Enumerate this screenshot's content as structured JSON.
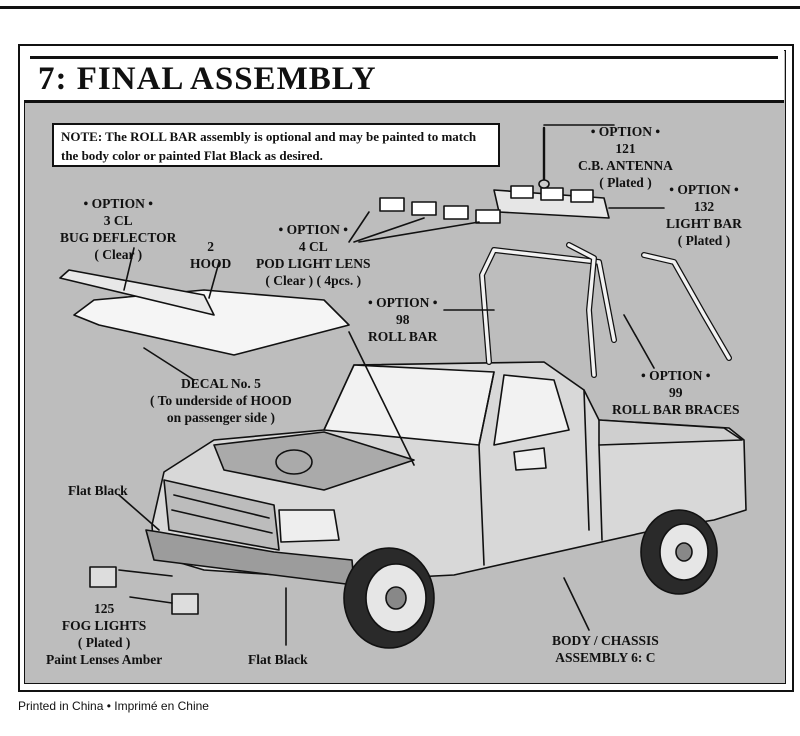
{
  "title": "7: FINAL ASSEMBLY",
  "note": "NOTE: The ROLL BAR assembly is optional and may be painted to match the body color or painted Flat Black as desired.",
  "labels": {
    "antenna": [
      "• OPTION •",
      "121",
      "C.B. ANTENNA",
      "( Plated )"
    ],
    "light_bar": [
      "• OPTION •",
      "132",
      "LIGHT BAR",
      "( Plated )"
    ],
    "bug_deflector": [
      "• OPTION •",
      "3 CL",
      "BUG DEFLECTOR",
      "( Clear )"
    ],
    "hood": [
      "2",
      "HOOD"
    ],
    "pod_light": [
      "• OPTION •",
      "4 CL",
      "POD LIGHT LENS",
      "( Clear ) ( 4pcs. )"
    ],
    "roll_bar": [
      "• OPTION •",
      "98",
      "ROLL BAR"
    ],
    "decal": [
      "DECAL No. 5",
      "( To underside of HOOD",
      "on passenger side )"
    ],
    "roll_bar_braces": [
      "• OPTION •",
      "99",
      "ROLL BAR BRACES"
    ],
    "flat_black_top": [
      "Flat Black"
    ],
    "fog_lights": [
      "125",
      "FOG LIGHTS",
      "( Plated )",
      "Paint Lenses Amber"
    ],
    "flat_black_bottom": [
      "Flat Black"
    ],
    "body_chassis": [
      "BODY / CHASSIS",
      "ASSEMBLY 6: C"
    ]
  },
  "footer": "Printed in China • Imprimé en Chine"
}
